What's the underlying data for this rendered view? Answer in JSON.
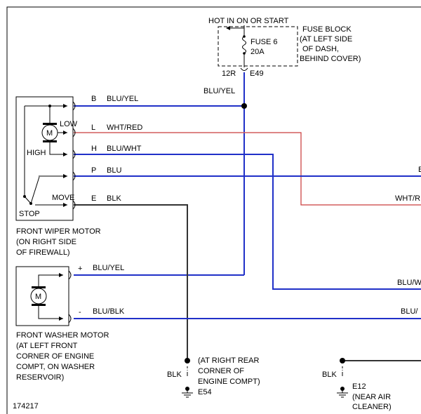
{
  "colors": {
    "blue_wire": "#2030c8",
    "black_wire": "#333333",
    "gray_wire": "#bbbbbb",
    "red_tracer": "#e03030"
  },
  "fuse": {
    "hot_label": "HOT IN ON OR START",
    "fuse_line1": "FUSE 6",
    "fuse_line2": "20A",
    "block_line1": "FUSE BLOCK",
    "block_line2": "(AT LEFT SIDE",
    "block_line3": "OF DASH,",
    "block_line4": "BEHIND COVER)",
    "connector_left": "12R",
    "connector_right": "E49",
    "wire_label": "BLU/YEL"
  },
  "wiper_motor": {
    "low": "LOW",
    "high": "HIGH",
    "move": "MOVE",
    "stop": "STOP",
    "motor": "M",
    "caption_line1": "FRONT WIPER MOTOR",
    "caption_line2": "(ON RIGHT SIDE",
    "caption_line3": "OF FIREWALL)",
    "pins": [
      {
        "pin": "B",
        "wire": "BLU/YEL"
      },
      {
        "pin": "L",
        "wire": "WHT/RED"
      },
      {
        "pin": "H",
        "wire": "BLU/WHT"
      },
      {
        "pin": "P",
        "wire": "BLU"
      },
      {
        "pin": "E",
        "wire": "BLK"
      }
    ]
  },
  "washer_motor": {
    "motor": "M",
    "plus": "+",
    "minus": "-",
    "wire_plus": "BLU/YEL",
    "wire_minus": "BLU/BLK",
    "caption_line1": "FRONT WASHER MOTOR",
    "caption_line2": "(AT LEFT FRONT",
    "caption_line3": "CORNER OF ENGINE",
    "caption_line4": "COMPT, ON WASHER",
    "caption_line5": "RESERVOIR)"
  },
  "right_edge": {
    "blu_clip": "B",
    "wht_red": "WHT/R",
    "blu_wht": "BLU/W",
    "blu_blk": "BLU/"
  },
  "ground1": {
    "wire": "BLK",
    "line1": "(AT RIGHT REAR",
    "line2": "CORNER OF",
    "line3": "ENGINE COMPT)",
    "id": "E54"
  },
  "ground2": {
    "wire": "BLK",
    "id": "E12",
    "line1": "(NEAR AIR",
    "line2": "CLEANER)"
  },
  "figure_id": "174217"
}
